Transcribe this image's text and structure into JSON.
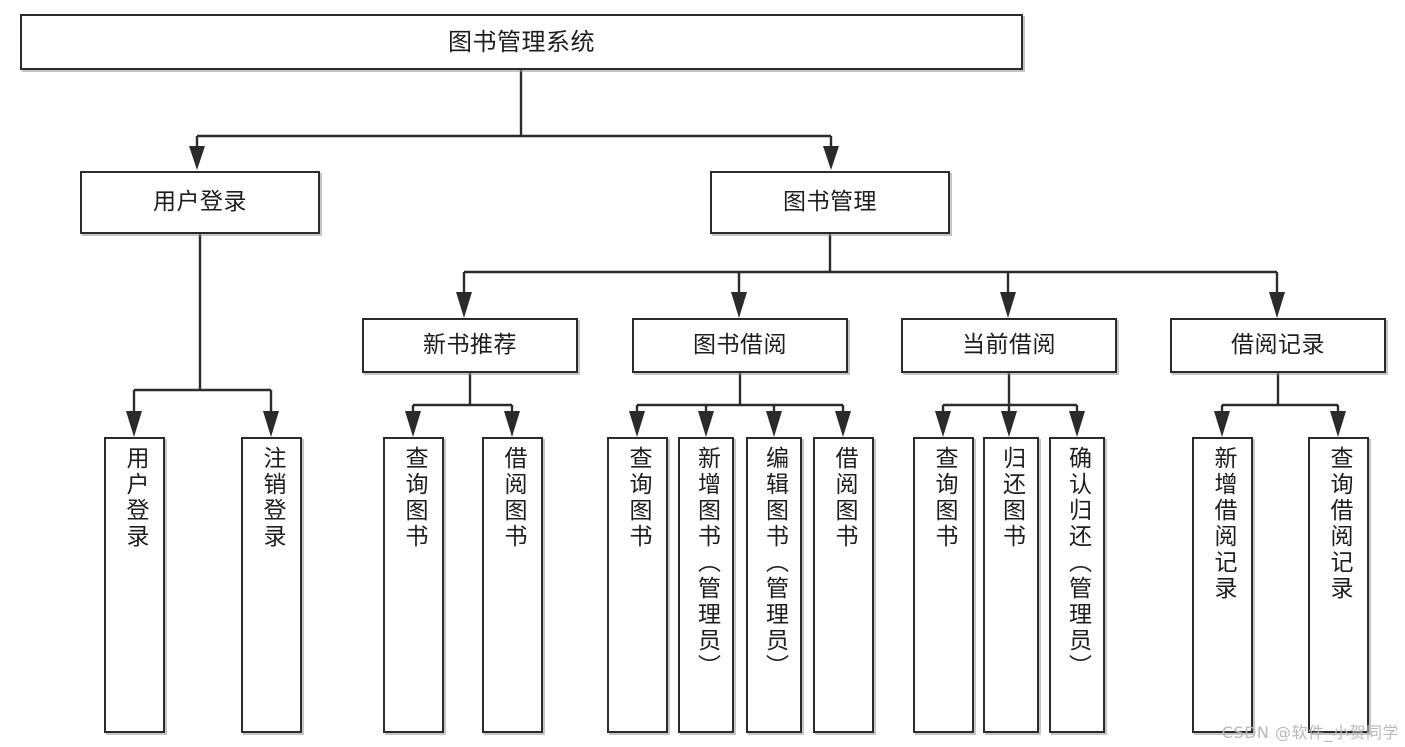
{
  "diagram": {
    "type": "tree-hierarchy",
    "title": "图书管理系统",
    "root": {
      "id": "root",
      "label": "图书管理系统",
      "orientation": "horizontal"
    },
    "level1": [
      {
        "id": "user-login",
        "label": "用户登录",
        "orientation": "horizontal"
      },
      {
        "id": "book-manage",
        "label": "图书管理",
        "orientation": "horizontal"
      }
    ],
    "level2": [
      {
        "id": "new-book-rec",
        "label": "新书推荐",
        "orientation": "horizontal",
        "parent": "book-manage"
      },
      {
        "id": "book-borrow",
        "label": "图书借阅",
        "orientation": "horizontal",
        "parent": "book-manage"
      },
      {
        "id": "current-borrow",
        "label": "当前借阅",
        "orientation": "horizontal",
        "parent": "book-manage"
      },
      {
        "id": "borrow-record",
        "label": "借阅记录",
        "orientation": "horizontal",
        "parent": "book-manage"
      }
    ],
    "leaves": [
      {
        "id": "leaf-user-login",
        "label": "用户登录",
        "parent": "user-login"
      },
      {
        "id": "leaf-logout-login",
        "label": "注销登录",
        "parent": "user-login"
      },
      {
        "id": "leaf-query-book-rec",
        "label": "查询图书",
        "parent": "new-book-rec"
      },
      {
        "id": "leaf-borrow-book-rec",
        "label": "借阅图书",
        "parent": "new-book-rec"
      },
      {
        "id": "leaf-query-book-borrow",
        "label": "查询图书",
        "parent": "book-borrow"
      },
      {
        "id": "leaf-add-book-admin",
        "label": "新增图书（管理员）",
        "parent": "book-borrow"
      },
      {
        "id": "leaf-edit-book-admin",
        "label": "编辑图书（管理员）",
        "parent": "book-borrow"
      },
      {
        "id": "leaf-borrow-book",
        "label": "借阅图书",
        "parent": "book-borrow"
      },
      {
        "id": "leaf-query-book-current",
        "label": "查询图书",
        "parent": "current-borrow"
      },
      {
        "id": "leaf-return-book",
        "label": "归还图书",
        "parent": "current-borrow"
      },
      {
        "id": "leaf-confirm-return-admin",
        "label": "确认归还（管理员）",
        "parent": "current-borrow"
      },
      {
        "id": "leaf-add-borrow-record",
        "label": "新增借阅记录",
        "parent": "borrow-record"
      },
      {
        "id": "leaf-query-borrow-record",
        "label": "查询借阅记录",
        "parent": "borrow-record"
      }
    ],
    "colors": {
      "stroke": "#2b2b2b",
      "fill": "#ffffff",
      "text": "#1d1d1d",
      "watermark": "#b9b9b9"
    }
  },
  "watermark": {
    "text": "CSDN @软件_小贺同学"
  }
}
